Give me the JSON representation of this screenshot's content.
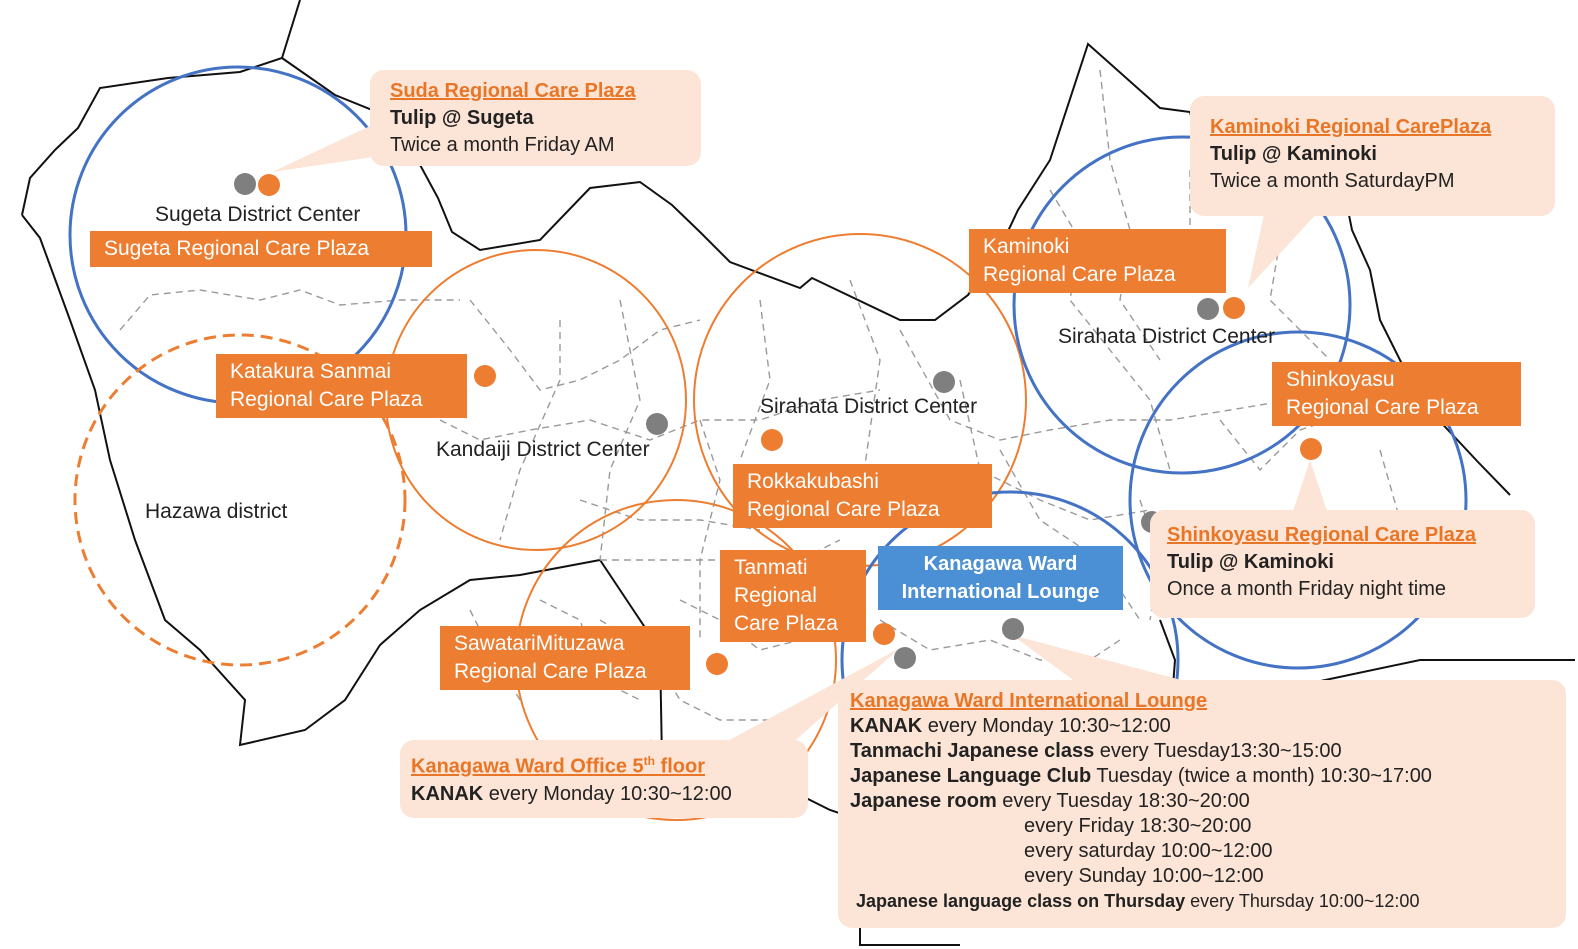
{
  "colors": {
    "orange": "#ed7d31",
    "blue": "#4472c4",
    "callout_bg": "#fce4d6",
    "dot_gray": "#7f7f7f",
    "lounge_blue": "#4b8fd4"
  },
  "icons": {
    "facility_marker": "orange-dot",
    "district_center_marker": "gray-dot"
  },
  "map_labels": {
    "sugeta_center": "Sugeta District Center",
    "kandaiji_center": "Kandaiji District Center",
    "sirahata_center_mid": "Sirahata District Center",
    "sirahata_center_right": "Sirahata District Center",
    "hazawa": "Hazawa district"
  },
  "plazas": {
    "sugeta": [
      "Sugeta Regional Care Plaza"
    ],
    "katakura": [
      "Katakura Sanmai",
      "Regional Care Plaza"
    ],
    "kaminoki": [
      "Kaminoki",
      "Regional Care Plaza"
    ],
    "shinkoyasu": [
      "Shinkoyasu",
      "Regional Care Plaza"
    ],
    "rokkakubashi": [
      "Rokkakubashi",
      "Regional Care Plaza"
    ],
    "tanmati": [
      "Tanmati",
      "Regional",
      "Care Plaza"
    ],
    "sawatari": [
      "SawatariMituzawa",
      "Regional Care Plaza"
    ]
  },
  "lounge_box": [
    "Kanagawa  Ward",
    "International Lounge"
  ],
  "callouts": {
    "suda": {
      "title": "Suda Regional Care Plaza",
      "name": "Tulip @ Sugeta",
      "schedule": "Twice a month  Friday AM"
    },
    "kaminoki": {
      "title": "Kaminoki Regional CarePlaza",
      "name": "Tulip @ Kaminoki",
      "schedule": "Twice a month  SaturdayPM"
    },
    "shinkoyasu": {
      "title": "Shinkoyasu Regional Care Plaza",
      "name": "Tulip @ Kaminoki",
      "schedule": "Once a month  Friday night  time"
    },
    "ward_office": {
      "title_main": "Kanagawa Ward Office 5",
      "title_sup": "th",
      "title_tail": " floor",
      "name": "KANAK",
      "schedule": " every  Monday  10:30~12:00"
    },
    "lounge": {
      "title": "Kanagawa  Ward International Lounge",
      "rows": [
        {
          "bold": "KANAK",
          "text": "       every Monday  10:30~12:00"
        },
        {
          "bold": "Tanmachi Japanese class",
          "text": " every Tuesday13:30~15:00"
        },
        {
          "bold": "Japanese Language Club",
          "text": "  Tuesday  (twice a month)  10:30~17:00"
        },
        {
          "bold": "Japanese room",
          "text": " every Tuesday   18:30~20:00"
        },
        {
          "bold": "",
          "text": "every Friday      18:30~20:00"
        },
        {
          "bold": "",
          "text": "every saturday  10:00~12:00"
        },
        {
          "bold": "",
          "text": "every Sunday     10:00~12:00"
        },
        {
          "bold": "Japanese language class on Thursday",
          "text": "   every Thursday 10:00~12:00"
        }
      ]
    }
  }
}
